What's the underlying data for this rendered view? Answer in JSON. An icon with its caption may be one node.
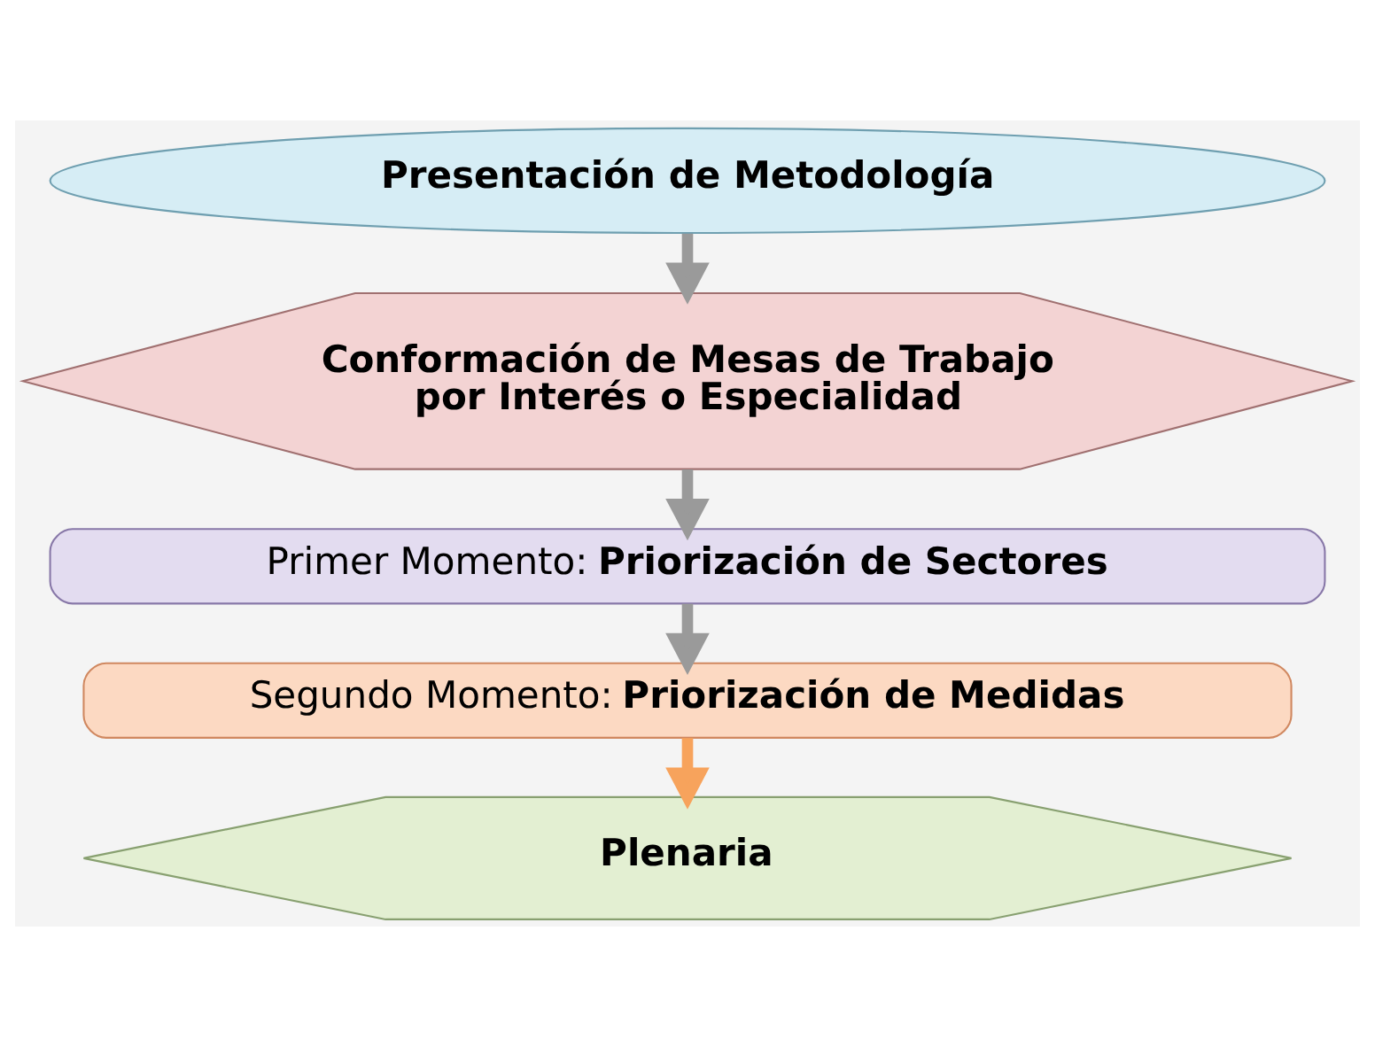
{
  "diagram": {
    "nodes": [
      {
        "text": [
          "Presentación de Metodología"
        ]
      },
      {
        "text": [
          "Conformación de Mesas de Trabajo por Interés o Especialidad"
        ]
      },
      {
        "text": [
          "Primer Momento: **Priorización de Sectores**"
        ]
      },
      {
        "text": [
          "Segundo Momento: **Priorización de Medidas**"
        ]
      },
      {
        "text": [
          "Plenaria"
        ]
      }
    ],
    "edges": [
      {
        "from": 0,
        "to": 1,
        "arrow": "to"
      },
      {
        "from": 1,
        "to": 2,
        "arrow": "to"
      },
      {
        "from": 2,
        "to": 3,
        "arrow": "to"
      },
      {
        "from": 3,
        "to": 4,
        "arrow": "to",
        "color": "#f7a35c"
      }
    ]
  }
}
